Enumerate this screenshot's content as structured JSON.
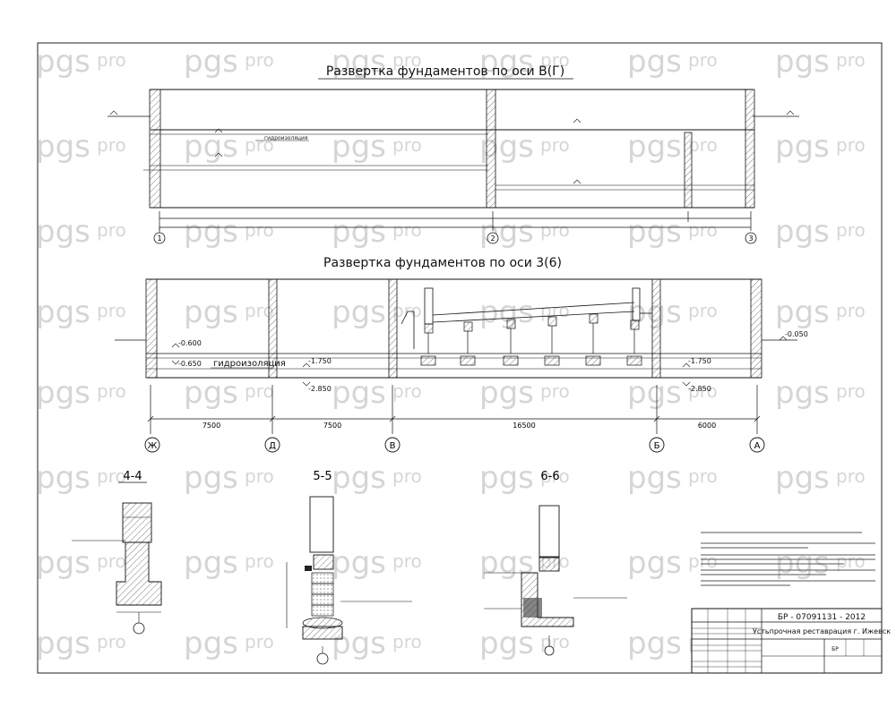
{
  "watermark": {
    "brand": "pgs",
    "suffix": "pro"
  },
  "section_1": {
    "title": "Развертка фундаментов по оси В(Г)",
    "axes": [
      "1",
      "2",
      "3"
    ],
    "hydro_label": "гидроизоляция"
  },
  "section_2": {
    "title": "Развертка фундаментов по оси 3(6)",
    "axes": [
      "Ж",
      "Д",
      "В",
      "Б",
      "А"
    ],
    "dims": [
      "7500",
      "7500",
      "16500",
      "6000"
    ],
    "levels": {
      "l1": "-0.600",
      "l2": "-0.650",
      "l3": "-1.750",
      "l4": "-2.850",
      "l5": "-1.750",
      "l6": "-2.850",
      "l7": "-0.050"
    },
    "hydro_label": "гидроизоляция"
  },
  "sections": {
    "s44": "4-4",
    "s55": "5-5",
    "s66": "6-6"
  },
  "title_block": {
    "code": "БР - 07091131 - 2012",
    "subject": "Устьпрочная реставрация г. Ижевск",
    "stage": "БР"
  }
}
